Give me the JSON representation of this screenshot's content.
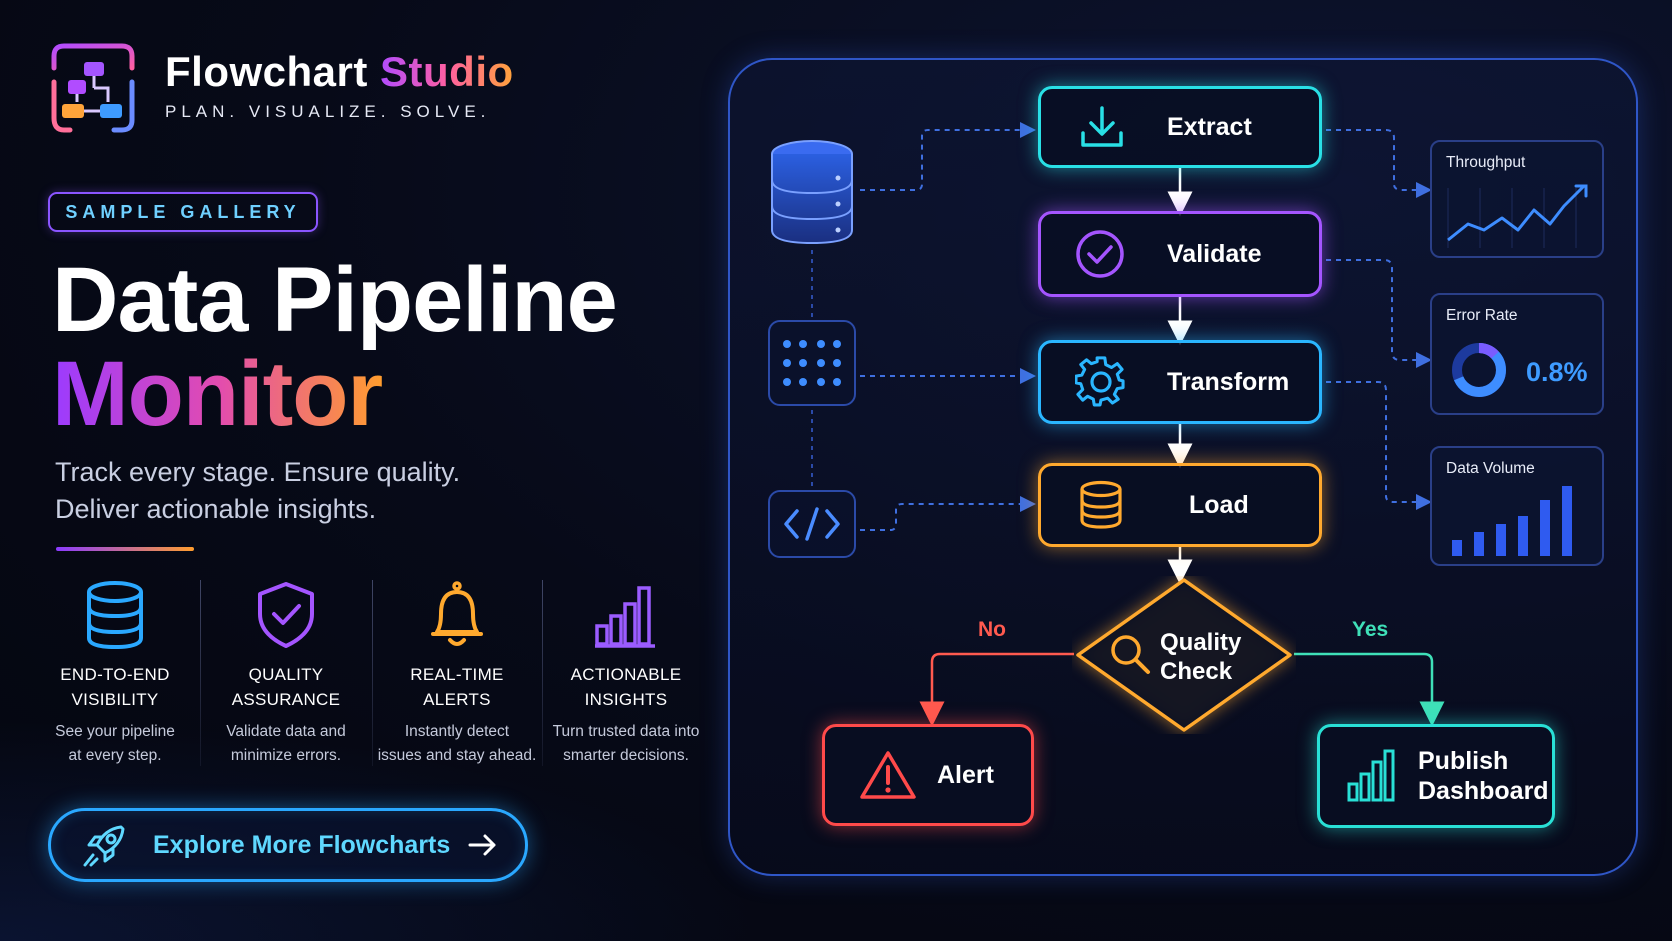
{
  "brand": {
    "name_part1": "Flowchart",
    "name_part2": "Studio",
    "tagline": "PLAN. VISUALIZE. SOLVE."
  },
  "hero": {
    "badge": "SAMPLE GALLERY",
    "title_line1": "Data Pipeline",
    "title_line2": "Monitor",
    "subtitle_line1": "Track every stage. Ensure quality.",
    "subtitle_line2": "Deliver actionable insights."
  },
  "features": [
    {
      "icon": "database-icon",
      "title_line1": "END-TO-END",
      "title_line2": "VISIBILITY",
      "desc_line1": "See your pipeline",
      "desc_line2": "at every step."
    },
    {
      "icon": "shield-check-icon",
      "title_line1": "QUALITY",
      "title_line2": "ASSURANCE",
      "desc_line1": "Validate data and",
      "desc_line2": "minimize errors."
    },
    {
      "icon": "bell-icon",
      "title_line1": "REAL-TIME",
      "title_line2": "ALERTS",
      "desc_line1": "Instantly detect",
      "desc_line2": "issues and stay ahead."
    },
    {
      "icon": "bar-chart-icon",
      "title_line1": "ACTIONABLE",
      "title_line2": "INSIGHTS",
      "desc_line1": "Turn trusted data into",
      "desc_line2": "smarter decisions."
    }
  ],
  "cta": {
    "label": "Explore More Flowcharts",
    "icon": "rocket-icon"
  },
  "flow": {
    "extract": "Extract",
    "validate": "Validate",
    "transform": "Transform",
    "load": "Load",
    "decision_line1": "Quality",
    "decision_line2": "Check",
    "branch_no": "No",
    "branch_yes": "Yes",
    "alert": "Alert",
    "publish_line1": "Publish",
    "publish_line2": "Dashboard"
  },
  "sources": [
    "database-icon",
    "grid-dots-icon",
    "code-icon"
  ],
  "metrics": {
    "throughput": {
      "title": "Throughput"
    },
    "error_rate": {
      "title": "Error Rate",
      "value": "0.8%"
    },
    "data_volume": {
      "title": "Data Volume"
    }
  },
  "colors": {
    "extract": "#29e0e6",
    "validate": "#a455ff",
    "transform": "#2ab6ff",
    "load": "#ffa92e",
    "alert": "#ff4a4a",
    "publish": "#29e0d6",
    "accent": "#2aa8ff"
  }
}
